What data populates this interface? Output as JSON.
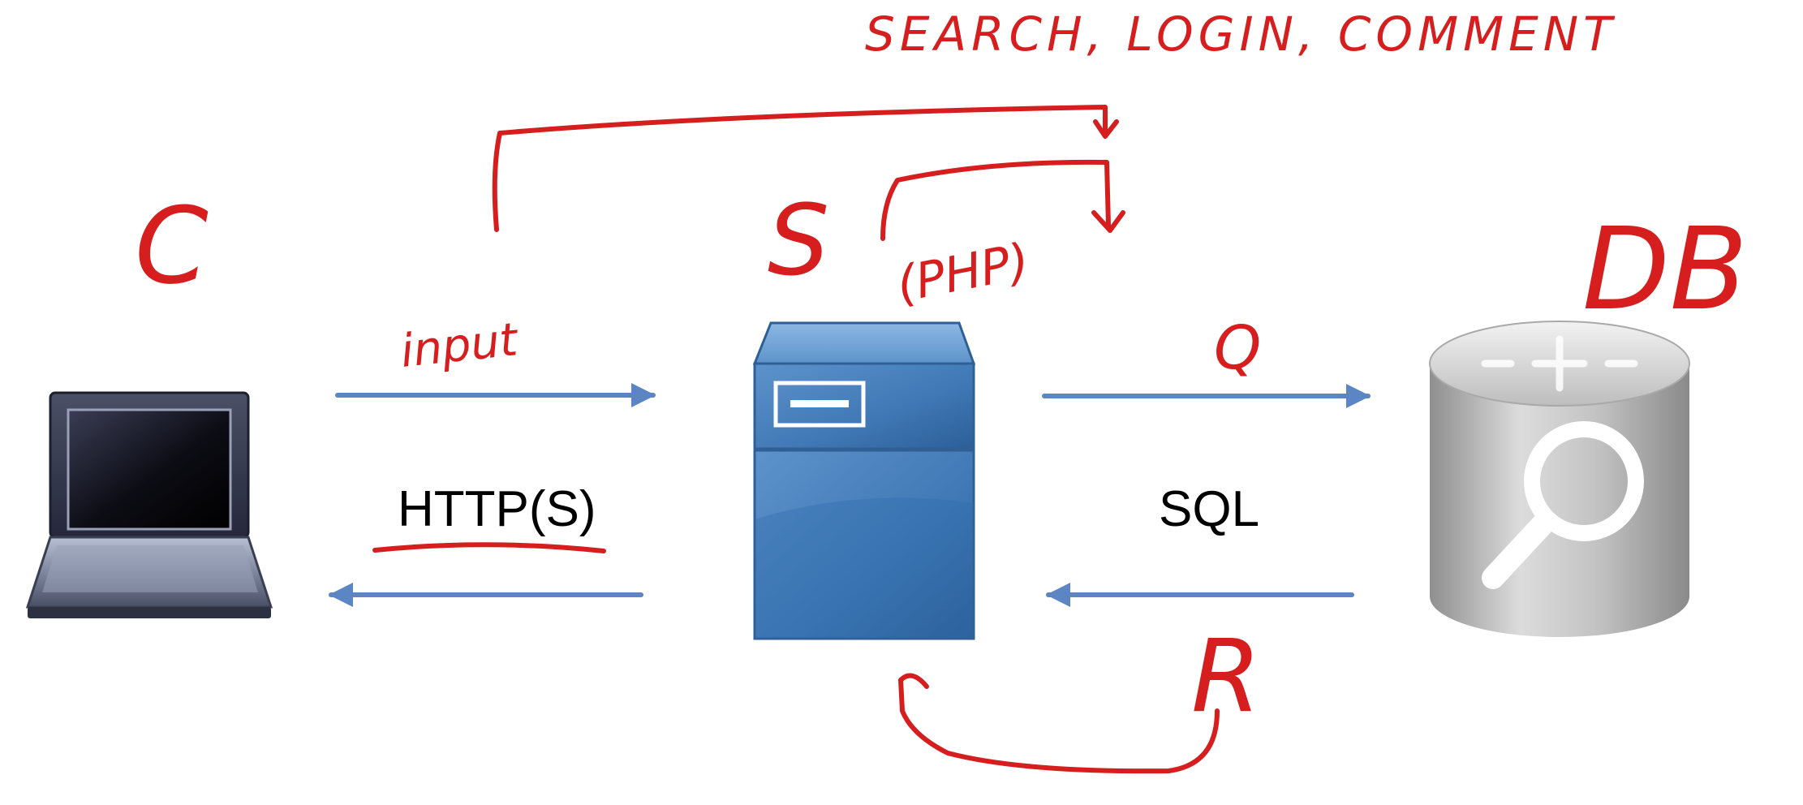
{
  "diagram": {
    "nodes": [
      {
        "id": "client",
        "icon": "laptop-icon"
      },
      {
        "id": "server",
        "icon": "server-icon"
      },
      {
        "id": "database",
        "icon": "database-search-icon"
      }
    ],
    "edges": [
      {
        "from": "client",
        "to": "server",
        "label": "HTTP(S)"
      },
      {
        "from": "server",
        "to": "database",
        "label": "SQL"
      }
    ]
  },
  "annotations": {
    "client": "C",
    "server": "S",
    "database": "DB",
    "language": "(PHP)",
    "input": "input",
    "query": "Q",
    "response": "R",
    "top": "SEARCH, LOGIN, COMMENT"
  },
  "colors": {
    "arrow": "#5b85c3",
    "ink": "#d61e1e",
    "server": "#3f78b5",
    "database": "#b9b9b9"
  }
}
